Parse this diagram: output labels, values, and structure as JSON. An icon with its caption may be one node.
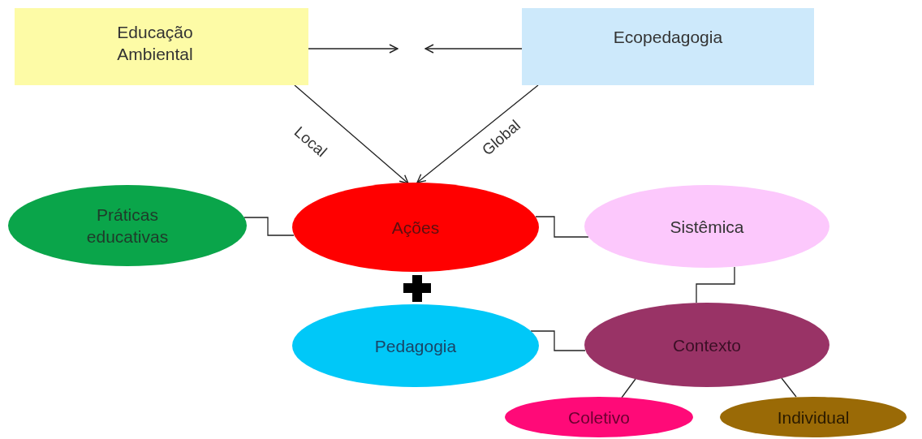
{
  "diagram": {
    "nodes": [
      {
        "text": [
          "Educação Ambiental"
        ]
      },
      {
        "text": [
          "Ecopedagogia"
        ]
      },
      {
        "text": [
          "Práticas educativas"
        ]
      },
      {
        "text": [
          "Ações"
        ]
      },
      {
        "text": [
          "Sistêmica"
        ]
      },
      {
        "text": [
          "Pedagogia"
        ]
      },
      {
        "text": [
          "Contexto"
        ]
      },
      {
        "text": [
          "Coletivo"
        ]
      },
      {
        "text": [
          "Individual"
        ]
      }
    ],
    "edges": [
      {
        "from": 0,
        "to": null,
        "arrow": "to"
      },
      {
        "from": 1,
        "to": null,
        "arrow": "to"
      },
      {
        "from": 0,
        "to": 3,
        "arrow": "to",
        "label": "Local"
      },
      {
        "from": 1,
        "to": 3,
        "arrow": "to",
        "label": "Global"
      },
      {
        "from": 2,
        "to": 3,
        "arrow": "none"
      },
      {
        "from": 3,
        "to": 4,
        "arrow": "none"
      },
      {
        "from": 4,
        "to": 6,
        "arrow": "none"
      },
      {
        "from": 5,
        "to": 6,
        "arrow": "none"
      },
      {
        "from": 6,
        "to": 7,
        "arrow": "none"
      },
      {
        "from": 6,
        "to": 8,
        "arrow": "none"
      }
    ]
  }
}
